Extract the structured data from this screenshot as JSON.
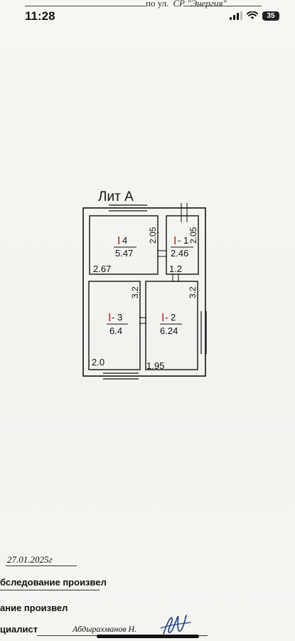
{
  "status_bar": {
    "time": "11:28",
    "battery": "35",
    "icons": [
      "signal-icon",
      "wifi-icon",
      "battery-icon"
    ]
  },
  "header": {
    "prefix": "по ул.",
    "street": "СР \"Энергия\""
  },
  "plan": {
    "title": "Лит А",
    "rooms": [
      {
        "mark": "I",
        "number": "4",
        "area": "5.47",
        "dims": [
          "2.05",
          "2.67"
        ]
      },
      {
        "mark": "I",
        "number": "- 1",
        "area": "2.46",
        "dims": [
          "2.05",
          "1.2"
        ]
      },
      {
        "mark": "I",
        "number": "- 3",
        "area": "6.4",
        "dims": [
          "3.2",
          "2.0"
        ]
      },
      {
        "mark": "I",
        "number": "- 2",
        "area": "6.24",
        "dims": [
          "3.2",
          "1.95"
        ]
      }
    ]
  },
  "footer": {
    "date": "27.01.2025г",
    "survey_label": "бследование произвел",
    "made_label": "ание произвел",
    "specialist_label": "циалист",
    "specialist_name": "Абдырахманов Н."
  },
  "colors": {
    "paper": "#f4f4f1",
    "ink": "#1a1a1a",
    "room_mark": "#c21818"
  }
}
